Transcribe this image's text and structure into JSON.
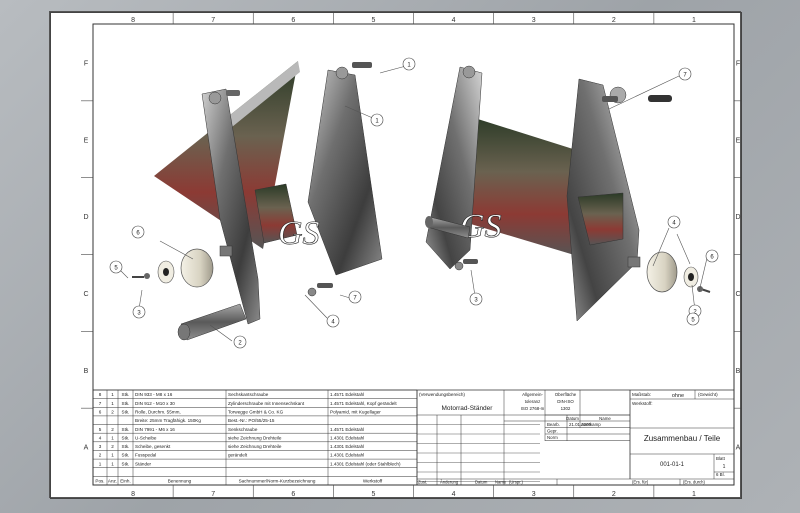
{
  "zone_columns": [
    "8",
    "7",
    "6",
    "5",
    "4",
    "3",
    "2",
    "1"
  ],
  "zone_rows": [
    "F",
    "E",
    "D",
    "C",
    "B",
    "A"
  ],
  "balloons": [
    "1",
    "2",
    "3",
    "4",
    "5",
    "6",
    "7",
    "1",
    "2",
    "3",
    "4",
    "5",
    "6",
    "7"
  ],
  "bom": {
    "headers": [
      "Pos.",
      "Anz.",
      "Einh.",
      "Benennung",
      "Sachnummer/Norm-Kurzbezeichnung",
      "Werkstoff"
    ],
    "rows": [
      {
        "pos": "8",
        "anz": "1",
        "einh": "Stk.",
        "ben": "DIN 933 - M8 x 16",
        "sach": "Sechskantschraube",
        "werk": "1.4571 Edelstahl"
      },
      {
        "pos": "7",
        "anz": "1",
        "einh": "Stk.",
        "ben": "DIN 912 - M10 x 30",
        "sach": "Zylinderschraube mit Innensechskant",
        "werk": "1.4571 Edelstahl, Kopf gerändelt"
      },
      {
        "pos": "6",
        "anz": "2",
        "einh": "Stk.",
        "ben": "Rolle, Durchm. 55mm,",
        "ben2": "Breite: 25mm Tragfähigk. 150Kg",
        "sach": "Torwegge GmbH & Co. KG",
        "sach2": "Best.-Nr.: PO/55/25-15",
        "werk": "Polyamid, mit Kugellager"
      },
      {
        "pos": "5",
        "anz": "2",
        "einh": "Stk.",
        "ben": "DIN 7991 - M6 x 16",
        "sach": "Senkschraube",
        "werk": "1.4571 Edelstahl"
      },
      {
        "pos": "4",
        "anz": "1",
        "einh": "Stk.",
        "ben": "U-Scheibe",
        "sach": "siehe Zeichnung Drehteile",
        "werk": "1.4301 Edelstahl"
      },
      {
        "pos": "3",
        "anz": "2",
        "einh": "Stk.",
        "ben": "Scheibe, gesenkt",
        "sach": "siehe Zeichnung Drehteile",
        "werk": "1.4301 Edelstahl"
      },
      {
        "pos": "2",
        "anz": "1",
        "einh": "Stk.",
        "ben": "Fusspedal",
        "sach": "gerändelt",
        "werk": "1.4301 Edelstahl"
      },
      {
        "pos": "1",
        "anz": "1",
        "einh": "Stk.",
        "ben": "Ständer",
        "sach": "",
        "werk": "1.4301 Edelstahl (oder Stahlblech)"
      }
    ]
  },
  "titleblock": {
    "verwendung_label": "(Verwendungsbereich)",
    "verwendung": "Motorrad-Ständer",
    "allgemein": [
      "Allgemein-",
      "toleranz",
      "ISO 2768-m"
    ],
    "oberflaeche": [
      "Oberfläche",
      "DIN-ISO",
      "1302"
    ],
    "massstab_label": "Maßstab:",
    "massstab": "ohne",
    "gewicht_label": "(Gewicht)",
    "werkstoff_label": "Werkstoff:",
    "datum_label": "Datum",
    "name_label": "Name",
    "bearb_label": "Bearb.",
    "bearb_date": "21.01.2009",
    "bearb_name": "Averkamp",
    "gepr_label": "Gepr.",
    "norm_label": "Norm",
    "title": "Zusammenbau / Teile",
    "drawing_no": "001-01-1",
    "blatt_label": "Blatt",
    "blatt_value": "1",
    "blatt_total": "6 Bl.",
    "rev_headers": [
      "Zust.",
      "Änderung",
      "Datum",
      "Name",
      "(Urspr.)"
    ],
    "ers_fuer": "(Ers. für)",
    "ers_durch": "(Ers. durch)"
  },
  "logo_text": "GS"
}
